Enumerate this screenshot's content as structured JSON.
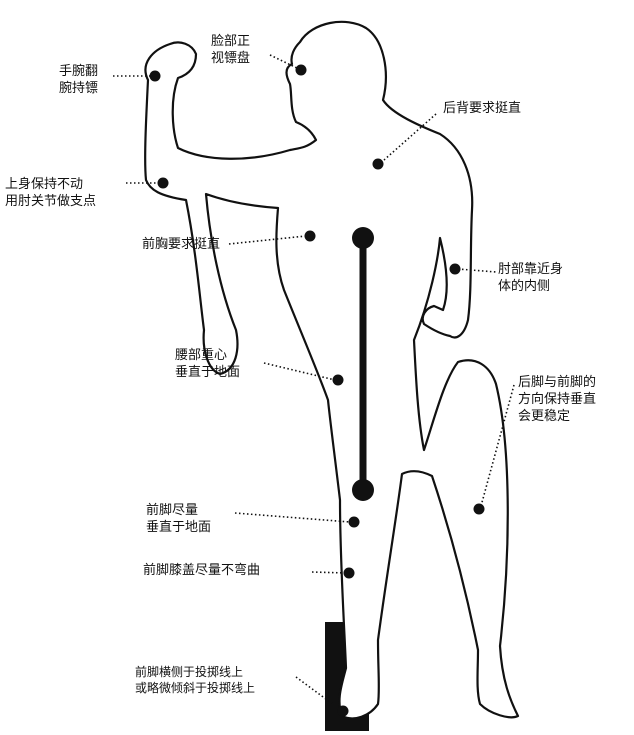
{
  "colors": {
    "background": "#ffffff",
    "outline": "#111111",
    "marker": "#111111",
    "axis": "#111111"
  },
  "labels": {
    "wrist": {
      "lines": [
        "手腕翻",
        "腕持镖"
      ]
    },
    "face": {
      "lines": [
        "脸部正",
        "视镖盘"
      ]
    },
    "back": {
      "lines": [
        "后背要求挺直"
      ]
    },
    "upper_body": {
      "lines": [
        "上身保持不动",
        "用肘关节做支点"
      ]
    },
    "chest": {
      "lines": [
        "前胸要求挺直"
      ]
    },
    "elbow_in": {
      "lines": [
        "肘部靠近身",
        "体的内侧"
      ]
    },
    "waist": {
      "lines": [
        "腰部重心",
        "垂直于地面"
      ]
    },
    "feet_direction": {
      "lines": [
        "后脚与前脚的",
        "方向保持垂直",
        "会更稳定"
      ]
    },
    "front_foot": {
      "lines": [
        "前脚尽量",
        "垂直于地面"
      ]
    },
    "knee": {
      "lines": [
        "前脚膝盖尽量不弯曲"
      ]
    },
    "foot_line": {
      "lines": [
        "前脚横侧于投掷线上",
        "或略微倾斜于投掷线上"
      ]
    }
  }
}
